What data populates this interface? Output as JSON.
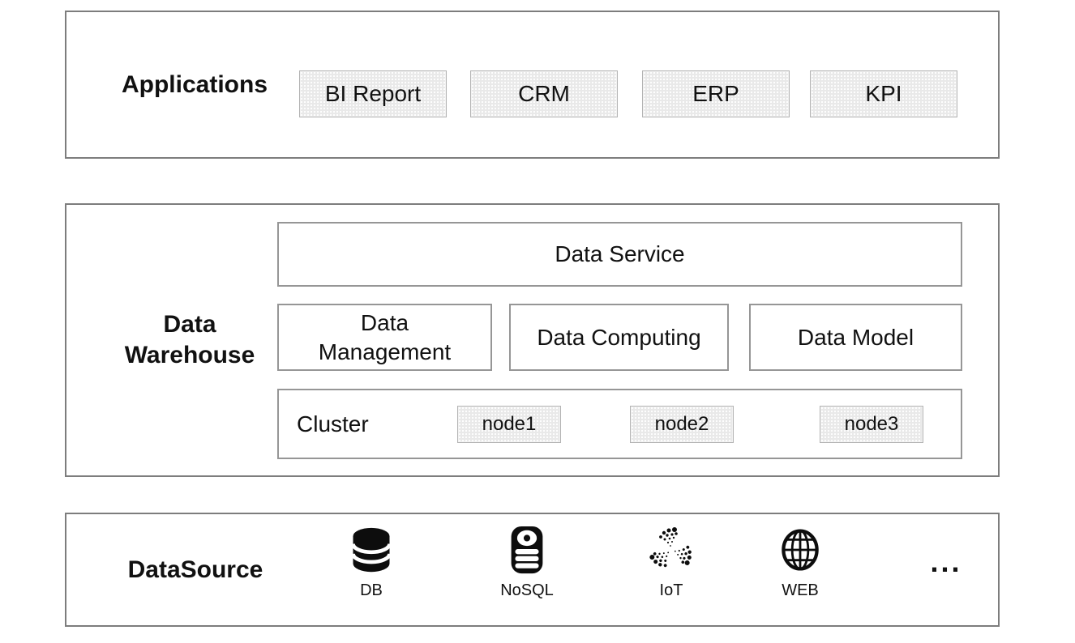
{
  "applications": {
    "label": "Applications",
    "items": [
      {
        "label": "BI Report"
      },
      {
        "label": "CRM"
      },
      {
        "label": "ERP"
      },
      {
        "label": "KPI"
      }
    ]
  },
  "warehouse": {
    "label_lines": [
      "Data",
      "Warehouse"
    ],
    "service_label": "Data Service",
    "modules": [
      {
        "label": "Data Management"
      },
      {
        "label": "Data Computing"
      },
      {
        "label": "Data Model"
      }
    ],
    "cluster": {
      "label": "Cluster",
      "nodes": [
        {
          "label": "node1"
        },
        {
          "label": "node2"
        },
        {
          "label": "node3"
        }
      ]
    }
  },
  "datasource": {
    "label": "DataSource",
    "items": [
      {
        "label": "DB",
        "icon": "database-icon"
      },
      {
        "label": "NoSQL",
        "icon": "nosql-database-icon"
      },
      {
        "label": "IoT",
        "icon": "iot-tangle-icon"
      },
      {
        "label": "WEB",
        "icon": "globe-icon"
      }
    ],
    "more_label": "..."
  },
  "colors": {
    "section_border": "#7d7d7d",
    "inner_border": "#969696",
    "chip_bg": "#e9e9e9",
    "chip_border": "#b3b3b3",
    "text": "#111111",
    "icon": "#0d0d0d"
  }
}
